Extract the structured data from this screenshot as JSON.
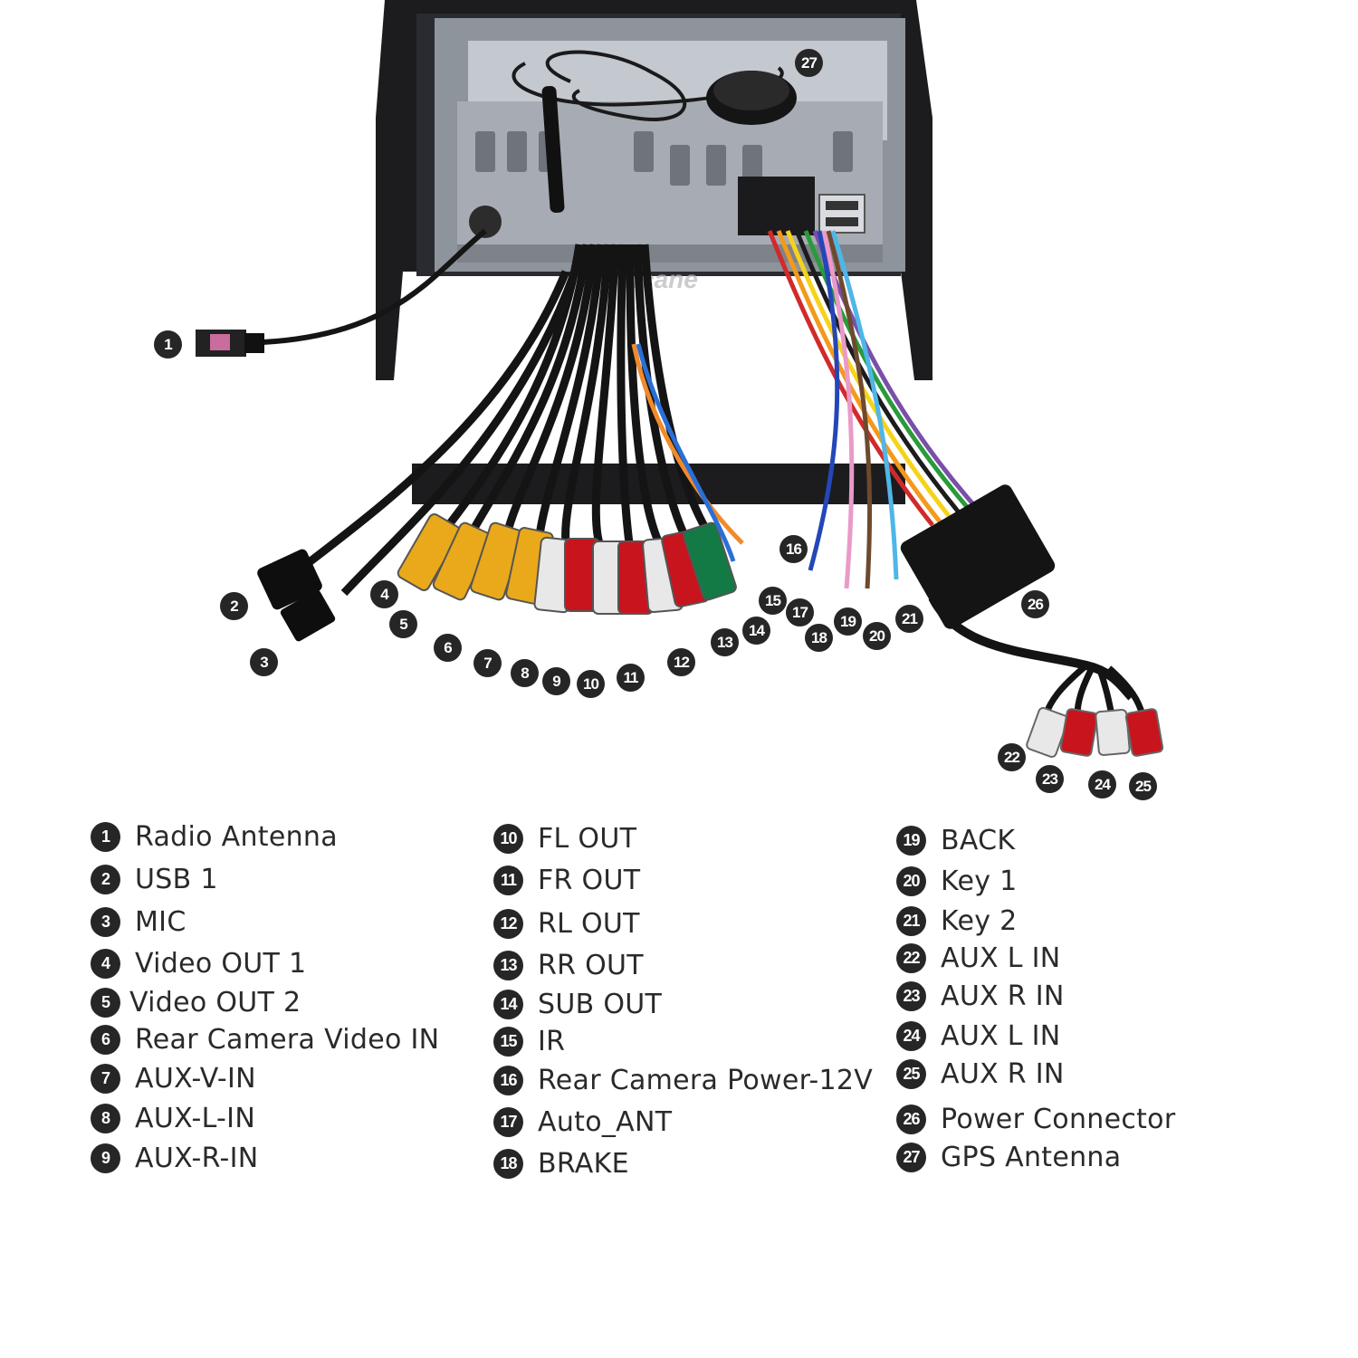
{
  "brand": {
    "watermark": "Seicane"
  },
  "colors": {
    "marker": "#262626",
    "legend_text": "#2a2a2a",
    "rca_yellow": "#e9a91b",
    "rca_white": "#e8e8e8",
    "rca_red": "#c8141d",
    "rca_green": "#147a45"
  },
  "markers": [
    "1",
    "2",
    "3",
    "4",
    "5",
    "6",
    "7",
    "8",
    "9",
    "10",
    "11",
    "12",
    "13",
    "14",
    "15",
    "16",
    "17",
    "18",
    "19",
    "20",
    "21",
    "22",
    "23",
    "24",
    "25",
    "26",
    "27"
  ],
  "legend": {
    "column_1": [
      {
        "num": "1",
        "label": "Radio Antenna"
      },
      {
        "num": "2",
        "label": "USB 1"
      },
      {
        "num": "3",
        "label": "MIC"
      },
      {
        "num": "4",
        "label": "Video OUT 1"
      },
      {
        "num": "5",
        "label": "Video OUT 2"
      },
      {
        "num": "6",
        "label": "Rear Camera Video IN"
      },
      {
        "num": "7",
        "label": "AUX-V-IN"
      },
      {
        "num": "8",
        "label": "AUX-L-IN"
      },
      {
        "num": "9",
        "label": "AUX-R-IN"
      }
    ],
    "column_2": [
      {
        "num": "10",
        "label": "FL OUT"
      },
      {
        "num": "11",
        "label": "FR OUT"
      },
      {
        "num": "12",
        "label": "RL OUT"
      },
      {
        "num": "13",
        "label": "RR OUT"
      },
      {
        "num": "14",
        "label": "SUB OUT"
      },
      {
        "num": "15",
        "label": "IR"
      },
      {
        "num": "16",
        "label": "Rear Camera Power-12V"
      },
      {
        "num": "17",
        "label": "Auto_ANT"
      },
      {
        "num": "18",
        "label": "BRAKE"
      }
    ],
    "column_3": [
      {
        "num": "19",
        "label": "BACK"
      },
      {
        "num": "20",
        "label": "Key 1"
      },
      {
        "num": "21",
        "label": "Key 2"
      },
      {
        "num": "22",
        "label": "AUX L IN"
      },
      {
        "num": "23",
        "label": "AUX R IN"
      },
      {
        "num": "24",
        "label": "AUX L IN"
      },
      {
        "num": "25",
        "label": "AUX R IN"
      },
      {
        "num": "26",
        "label": "Power Connector"
      },
      {
        "num": "27",
        "label": "GPS Antenna"
      }
    ]
  }
}
